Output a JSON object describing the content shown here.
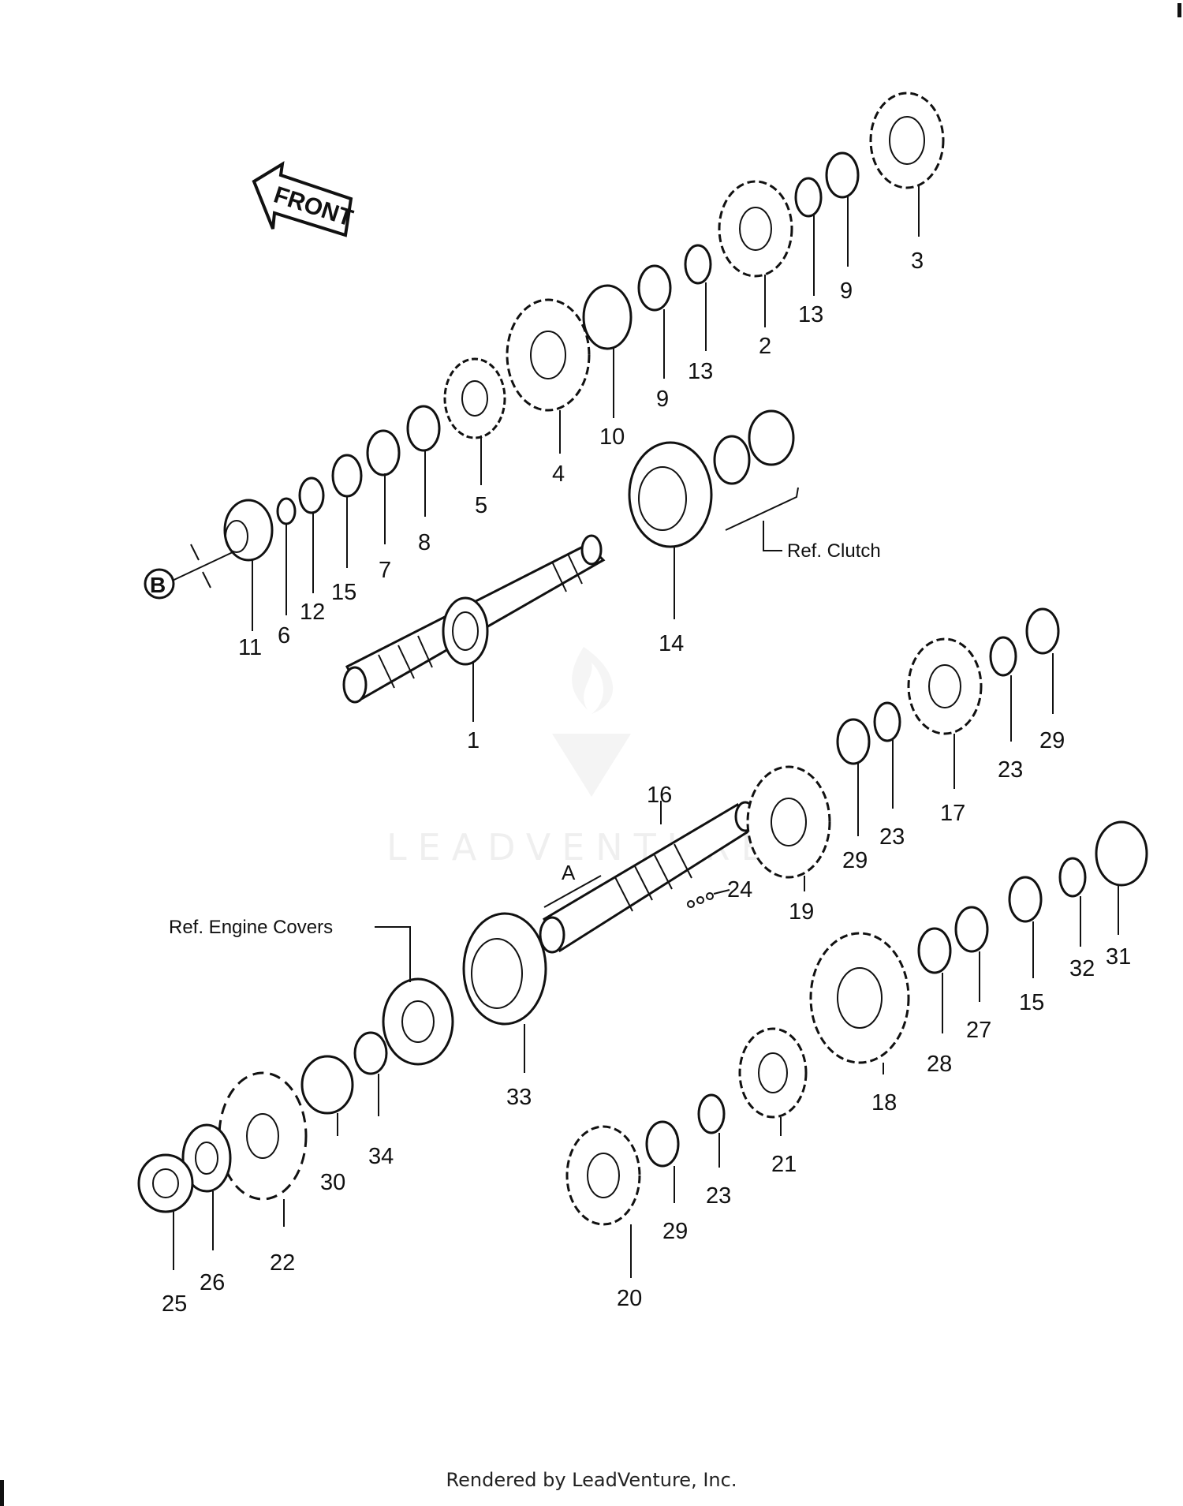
{
  "front_arrow_label": "FRONT",
  "callout_b": "B",
  "dimension_a": "A",
  "ref_clutch": "Ref. Clutch",
  "ref_engine_covers": "Ref. Engine Covers",
  "watermark": "LEADVENTURE",
  "footer": "Rendered by LeadVenture, Inc.",
  "part_labels": [
    "1",
    "2",
    "3",
    "4",
    "5",
    "6",
    "7",
    "8",
    "9",
    "9",
    "10",
    "11",
    "12",
    "13",
    "13",
    "14",
    "15",
    "15",
    "16",
    "17",
    "18",
    "19",
    "20",
    "21",
    "22",
    "23",
    "23",
    "23",
    "24",
    "25",
    "26",
    "27",
    "28",
    "29",
    "29",
    "29",
    "30",
    "31",
    "32",
    "33",
    "34"
  ]
}
